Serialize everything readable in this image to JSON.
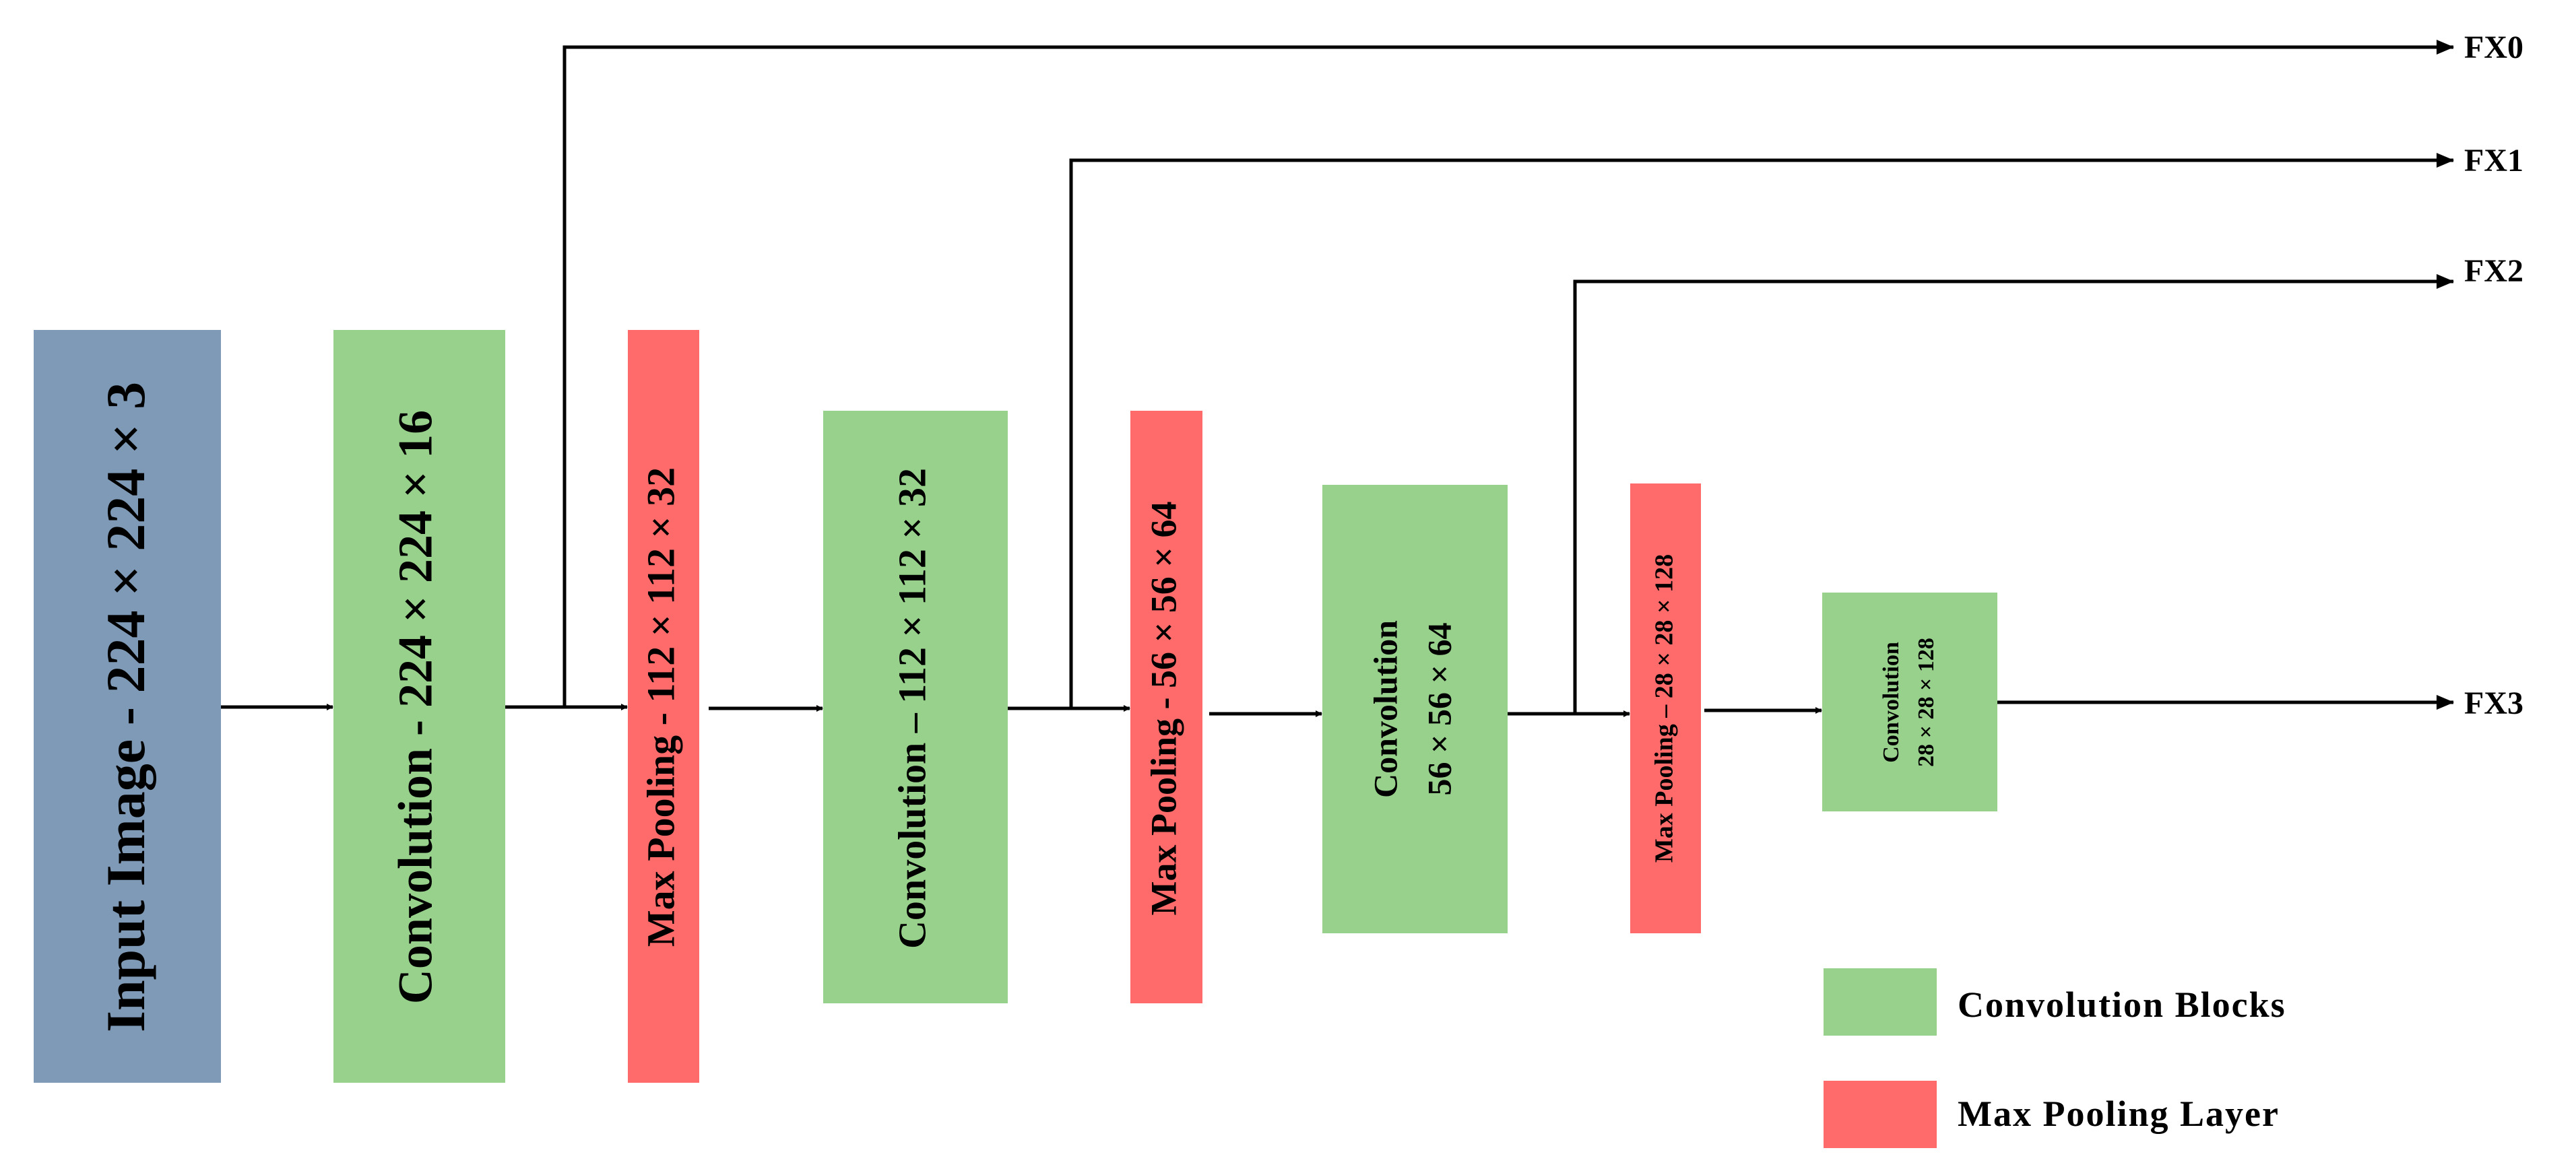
{
  "colors": {
    "input": "#7f9ab6",
    "convolution": "#98d18c",
    "pooling": "#ff6b6b"
  },
  "blocks": {
    "input": "Input Image  - 224 × 224 × 3",
    "conv1": "Convolution  - 224 × 224 × 16",
    "pool1": "Max Pooling  - 112 × 112 × 32",
    "conv2": "Convolution – 112 × 112 × 32",
    "pool2": "Max Pooling  - 56 × 56 × 64",
    "conv3_line1": "Convolution",
    "conv3_line2": "56 × 56 × 64",
    "pool3": "Max Pooling – 28 × 28 × 128",
    "conv4_line1": "Convolution",
    "conv4_line2": "28 × 28 × 128"
  },
  "outputs": {
    "fx0": "FX0",
    "fx1": "FX1",
    "fx2": "FX2",
    "fx3": "FX3"
  },
  "legend": {
    "convolution": "Convolution Blocks",
    "pooling": "Max Pooling Layer"
  }
}
